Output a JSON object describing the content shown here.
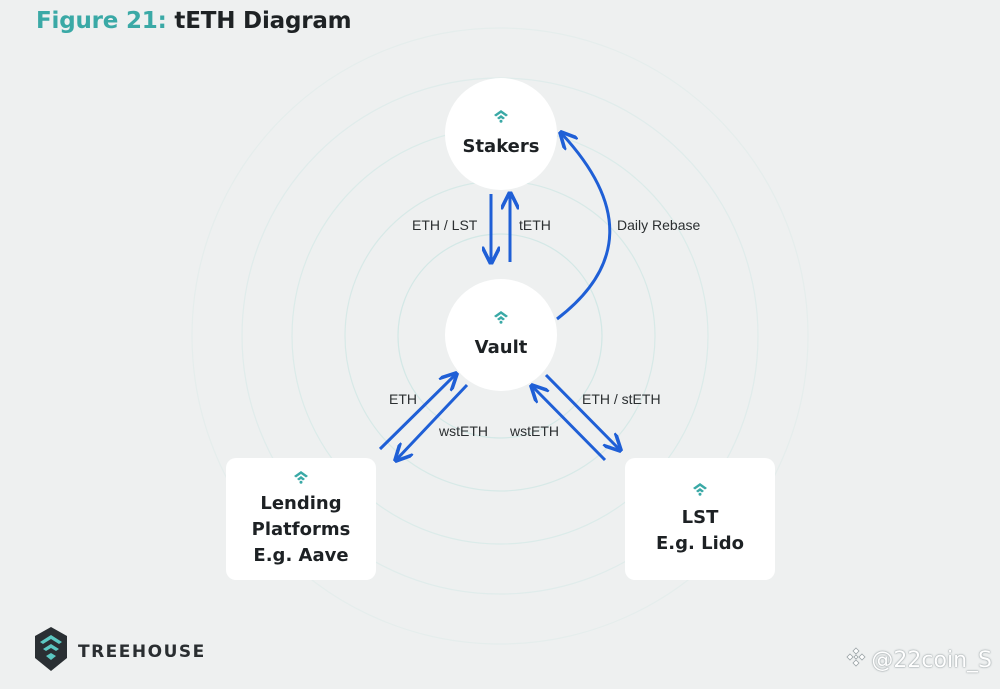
{
  "figure": {
    "prefix": "Figure 21:",
    "title": "tETH Diagram"
  },
  "nodes": {
    "stakers": {
      "label": "Stakers",
      "icon": "treehouse-logo-icon"
    },
    "vault": {
      "label": "Vault",
      "icon": "treehouse-logo-icon"
    },
    "lending": {
      "label": [
        "Lending",
        "Platforms",
        "E.g. Aave"
      ],
      "icon": "treehouse-logo-icon"
    },
    "lst": {
      "label": [
        "LST",
        "E.g. Lido"
      ],
      "icon": "treehouse-logo-icon"
    }
  },
  "edges": {
    "stakers_to_vault": "ETH / LST",
    "vault_to_stakers": "tETH",
    "daily_rebase": "Daily Rebase",
    "lending_to_vault": "ETH",
    "vault_to_lending": "wstETH",
    "lst_to_vault": "wstETH",
    "vault_to_lst": "ETH / stETH"
  },
  "brand": {
    "name": "TREEHOUSE",
    "icon": "treehouse-logo-icon"
  },
  "watermark": {
    "text": "@22coin_S",
    "icon": "binance-diamond-icon"
  },
  "colors": {
    "accent": "#3aa9a6",
    "arrow": "#1f5fd6",
    "ring": "#cfe7e4",
    "background": "#eef0f0"
  }
}
